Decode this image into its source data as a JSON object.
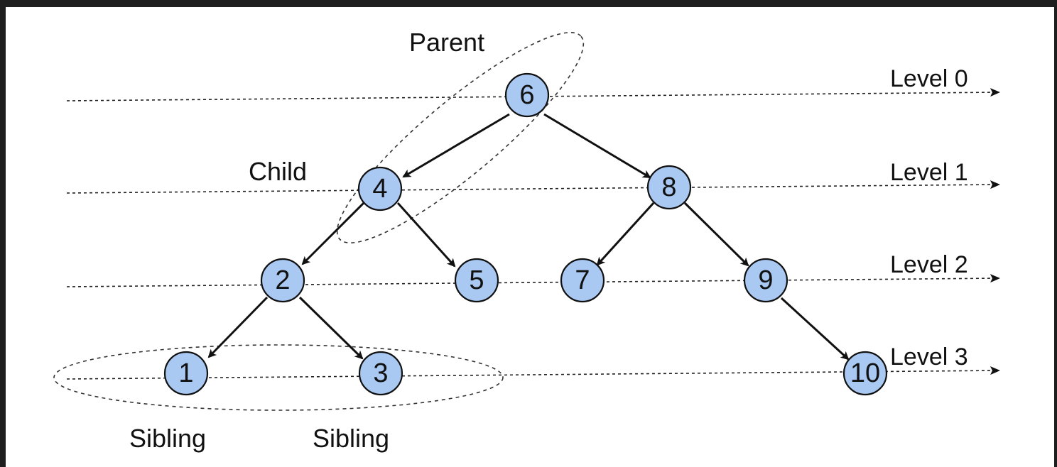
{
  "diagram": {
    "labels": {
      "parent": "Parent",
      "child": "Child",
      "sibling_left": "Sibling",
      "sibling_right": "Sibling"
    },
    "levels": [
      "Level 0",
      "Level 1",
      "Level 2",
      "Level 3"
    ],
    "nodes": [
      {
        "id": "n6",
        "label": "6",
        "level": 0
      },
      {
        "id": "n4",
        "label": "4",
        "level": 1
      },
      {
        "id": "n8",
        "label": "8",
        "level": 1
      },
      {
        "id": "n2",
        "label": "2",
        "level": 2
      },
      {
        "id": "n5",
        "label": "5",
        "level": 2
      },
      {
        "id": "n7",
        "label": "7",
        "level": 2
      },
      {
        "id": "n9",
        "label": "9",
        "level": 2
      },
      {
        "id": "n1",
        "label": "1",
        "level": 3
      },
      {
        "id": "n3",
        "label": "3",
        "level": 3
      },
      {
        "id": "n10",
        "label": "10",
        "level": 3
      }
    ],
    "edges": [
      {
        "from": "n6",
        "to": "n4"
      },
      {
        "from": "n6",
        "to": "n8"
      },
      {
        "from": "n4",
        "to": "n2"
      },
      {
        "from": "n4",
        "to": "n5"
      },
      {
        "from": "n8",
        "to": "n7"
      },
      {
        "from": "n8",
        "to": "n9"
      },
      {
        "from": "n2",
        "to": "n1"
      },
      {
        "from": "n2",
        "to": "n3"
      },
      {
        "from": "n9",
        "to": "n10"
      }
    ],
    "colors": {
      "node_fill": "#a9c8f2",
      "stroke": "#111111",
      "background": "#ffffff",
      "frame": "#1e1e1e"
    }
  }
}
